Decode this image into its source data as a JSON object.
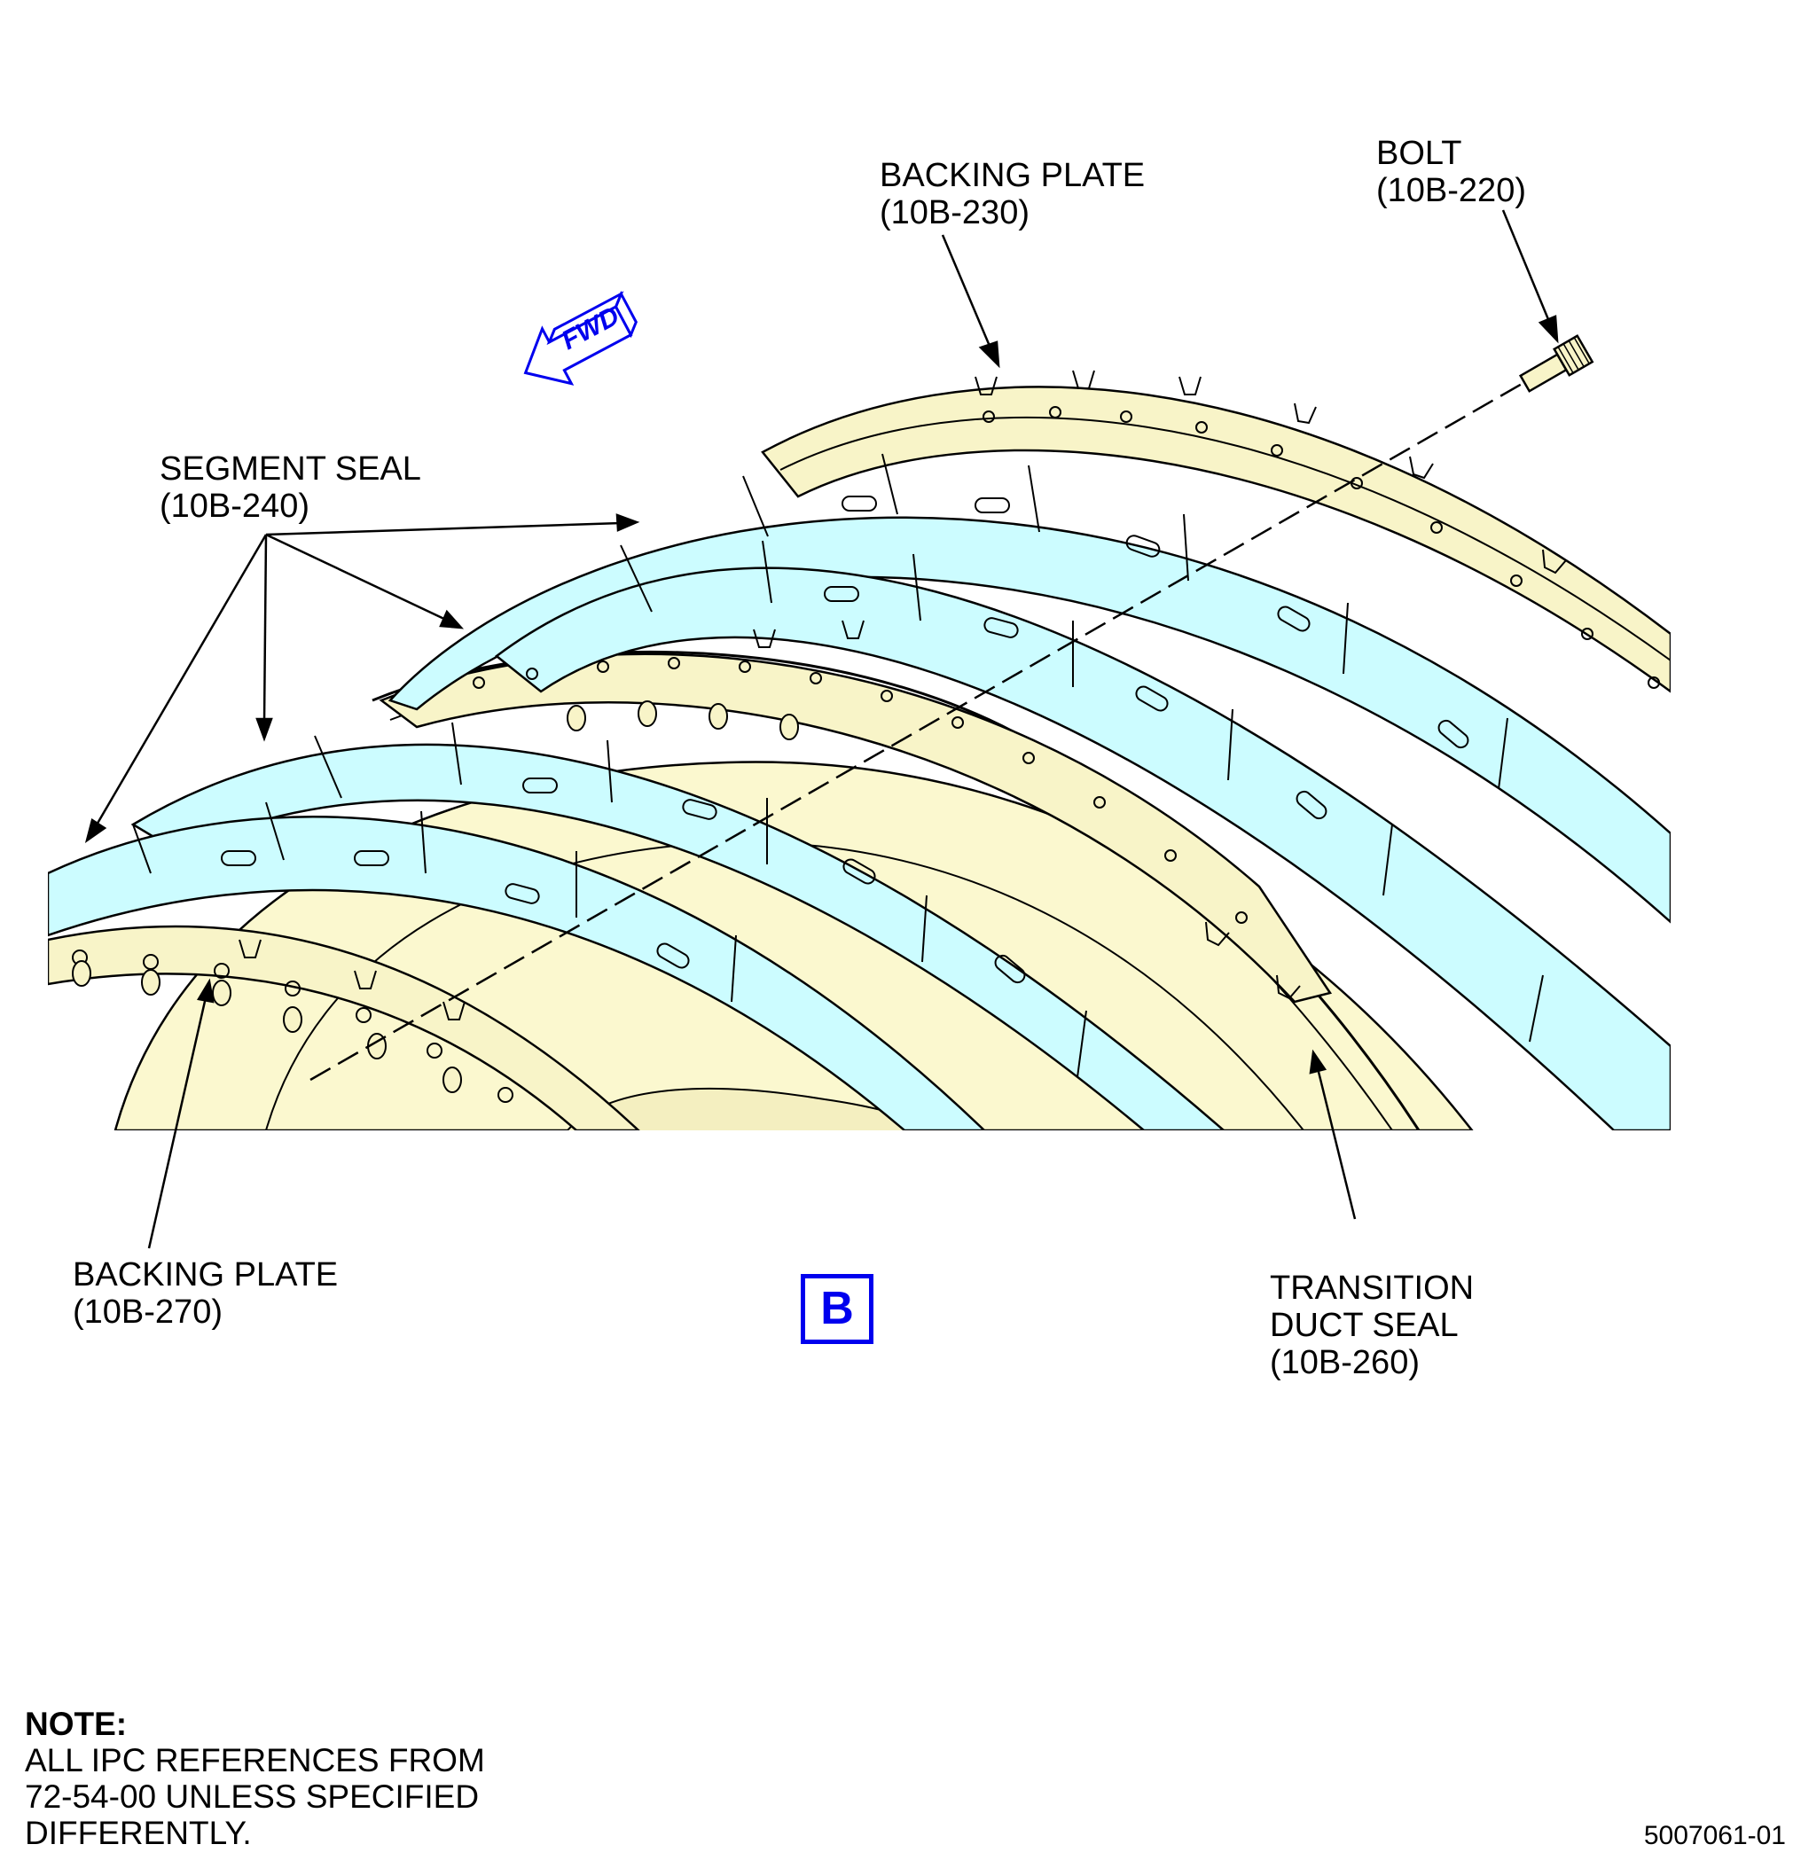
{
  "labels": {
    "backing_plate_upper": {
      "name": "BACKING PLATE",
      "ref": "(10B-230)"
    },
    "bolt": {
      "name": "BOLT",
      "ref": "(10B-220)"
    },
    "segment_seal": {
      "name": "SEGMENT SEAL",
      "ref": "(10B-240)"
    },
    "backing_plate_lower": {
      "name": "BACKING PLATE",
      "ref": "(10B-270)"
    },
    "transition_duct_seal": {
      "line1": "TRANSITION",
      "line2": "DUCT SEAL",
      "ref": "(10B-260)"
    }
  },
  "fwd_arrow": {
    "label": "FWD",
    "color": "#0000ee"
  },
  "view_label": {
    "text": "B",
    "color": "#0000ee"
  },
  "note": {
    "title": "NOTE:",
    "lines": [
      "ALL IPC REFERENCES FROM",
      "72-54-00 UNLESS SPECIFIED",
      "DIFFERENTLY."
    ]
  },
  "figure_number": "5007061-01",
  "colors": {
    "backing_plate_fill": "#f8f4c8",
    "segment_seal_fill": "#ccfcff",
    "transition_duct_fill": "#fbf8cf",
    "outline": "#000000"
  }
}
